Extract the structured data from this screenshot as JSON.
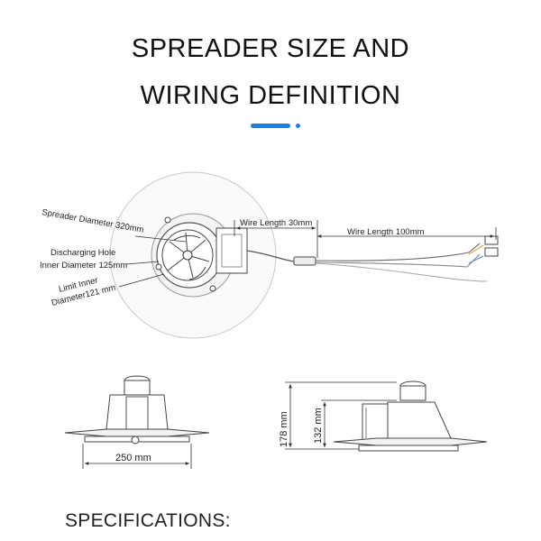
{
  "title": {
    "line1": "SPREADER SIZE AND",
    "line2": "WIRING DEFINITION"
  },
  "accent_color": "#1f7fd8",
  "top_view": {
    "labels": {
      "spreader_diameter": "Spreader Diameter 320mm",
      "discharging_hole_line1": "Discharging Hole",
      "discharging_hole_line2": "Inner Diameter 125mm",
      "limit_inner_line1": "Limit Inner",
      "limit_inner_line2": "Diameter121 mm",
      "wire_length_short": "Wire Length 30mm",
      "wire_length_long": "Wire Length 100mm"
    }
  },
  "front_view": {
    "width_label": "250 mm"
  },
  "side_view": {
    "height_total": "178 mm",
    "height_body": "132 mm"
  },
  "specifications_heading": "SPECIFICATIONS:"
}
